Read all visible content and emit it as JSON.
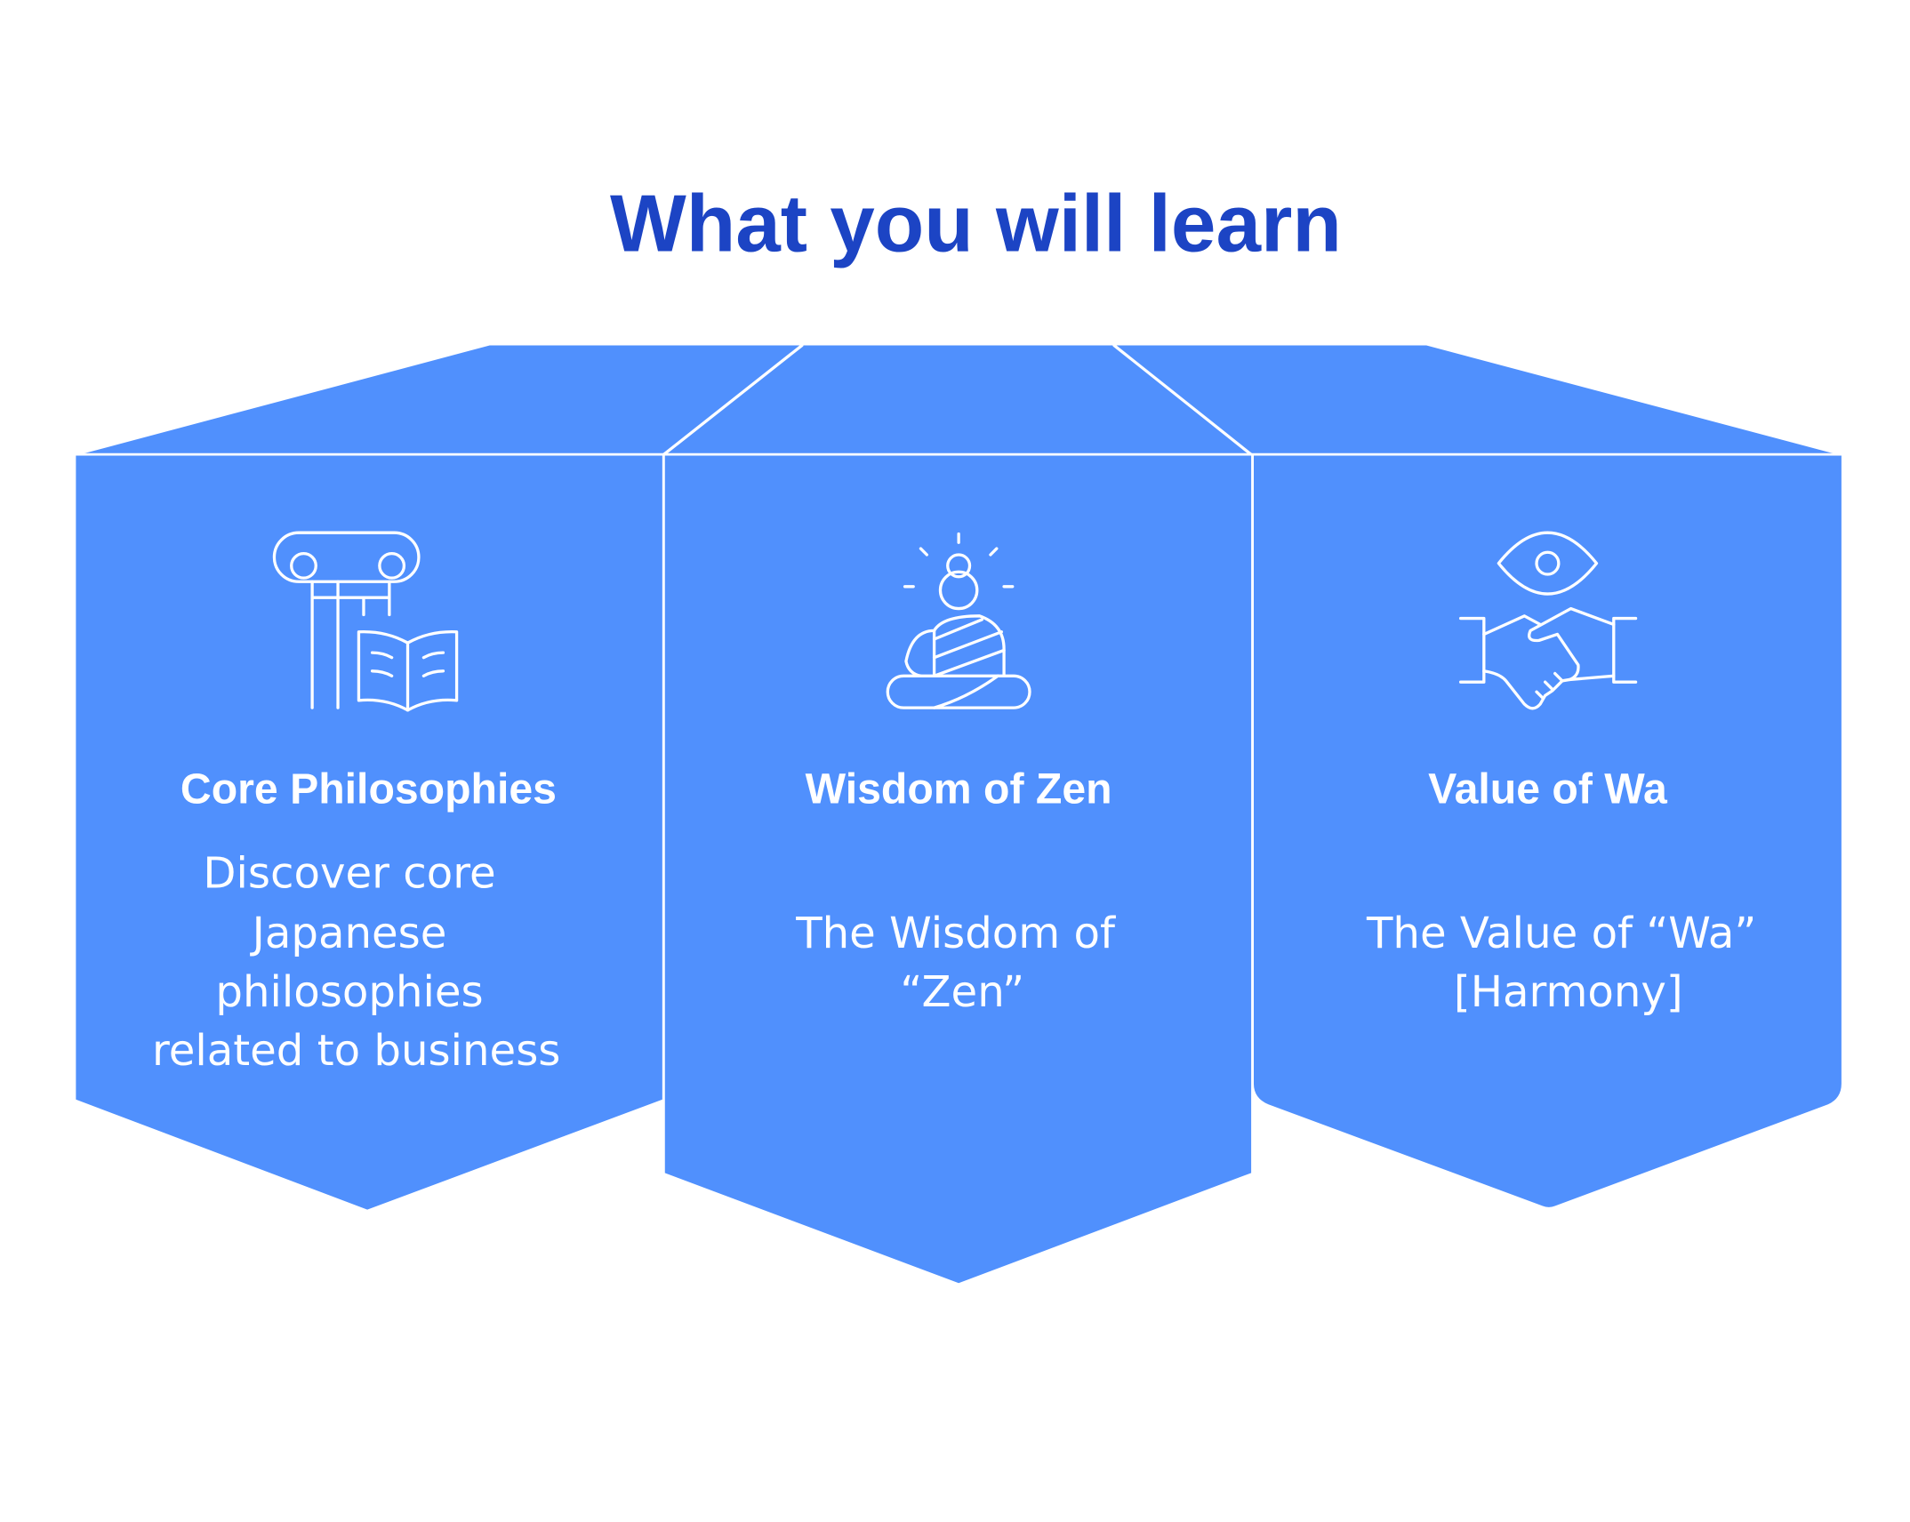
{
  "title": "What you will learn",
  "colors": {
    "panel": "#5090fd",
    "title": "#1c44c4",
    "divider": "#ffffff"
  },
  "cards": [
    {
      "icon": "column-book-icon",
      "heading": "Core Philosophies",
      "lines": [
        "Discover core",
        "Japanese",
        "philosophies",
        "related to business"
      ]
    },
    {
      "icon": "meditation-icon",
      "heading": "Wisdom of Zen",
      "lines": [
        "The Wisdom of",
        "“Zen”"
      ]
    },
    {
      "icon": "eye-handshake-icon",
      "heading": "Value of Wa",
      "lines": [
        "The Value of “Wa”",
        "[Harmony]"
      ]
    }
  ]
}
